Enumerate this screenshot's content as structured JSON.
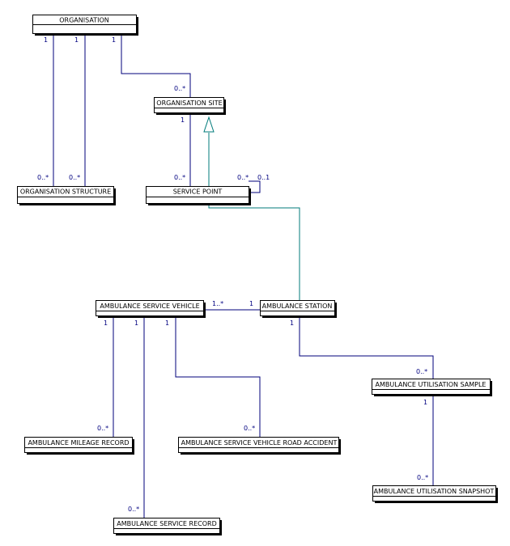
{
  "classes": {
    "organisation": "ORGANISATION",
    "organisation_site": "ORGANISATION SITE",
    "organisation_structure": "ORGANISATION STRUCTURE",
    "service_point": "SERVICE POINT",
    "ambulance_service_vehicle": "AMBULANCE SERVICE VEHICLE",
    "ambulance_station": "AMBULANCE STATION",
    "ambulance_utilisation_sample": "AMBULANCE UTILISATION SAMPLE",
    "ambulance_mileage_record": "AMBULANCE MILEAGE RECORD",
    "ambulance_service_vehicle_road_accident": "AMBULANCE SERVICE VEHICLE ROAD ACCIDENT",
    "ambulance_utilisation_snapshot": "AMBULANCE UTILISATION SNAPSHOT",
    "ambulance_service_record": "AMBULANCE SERVICE RECORD"
  },
  "multiplicities": {
    "org_to_structure_a_src": "1",
    "org_to_structure_a_dst": "0..*",
    "org_to_structure_b_src": "1",
    "org_to_structure_b_dst": "0..*",
    "org_to_site_src": "1",
    "org_to_site_dst": "0..*",
    "site_to_service_point_src": "1",
    "site_to_service_point_dst": "0..*",
    "service_point_self_a": "0..*",
    "service_point_self_b": "0..1",
    "vehicle_to_station_src": "1..*",
    "vehicle_to_station_dst": "1",
    "vehicle_to_mileage_src": "1",
    "vehicle_to_mileage_dst": "0..*",
    "vehicle_to_service_record_src": "1",
    "vehicle_to_service_record_dst": "0..*",
    "vehicle_to_accident_src": "1",
    "vehicle_to_accident_dst": "0..*",
    "station_to_sample_src": "1",
    "station_to_sample_dst": "0..*",
    "sample_to_snapshot_src": "1",
    "sample_to_snapshot_dst": "0..*"
  },
  "colors": {
    "association_line": "#00007b",
    "generalization_line": "#007b7b",
    "multiplicity_text": "#000080"
  }
}
